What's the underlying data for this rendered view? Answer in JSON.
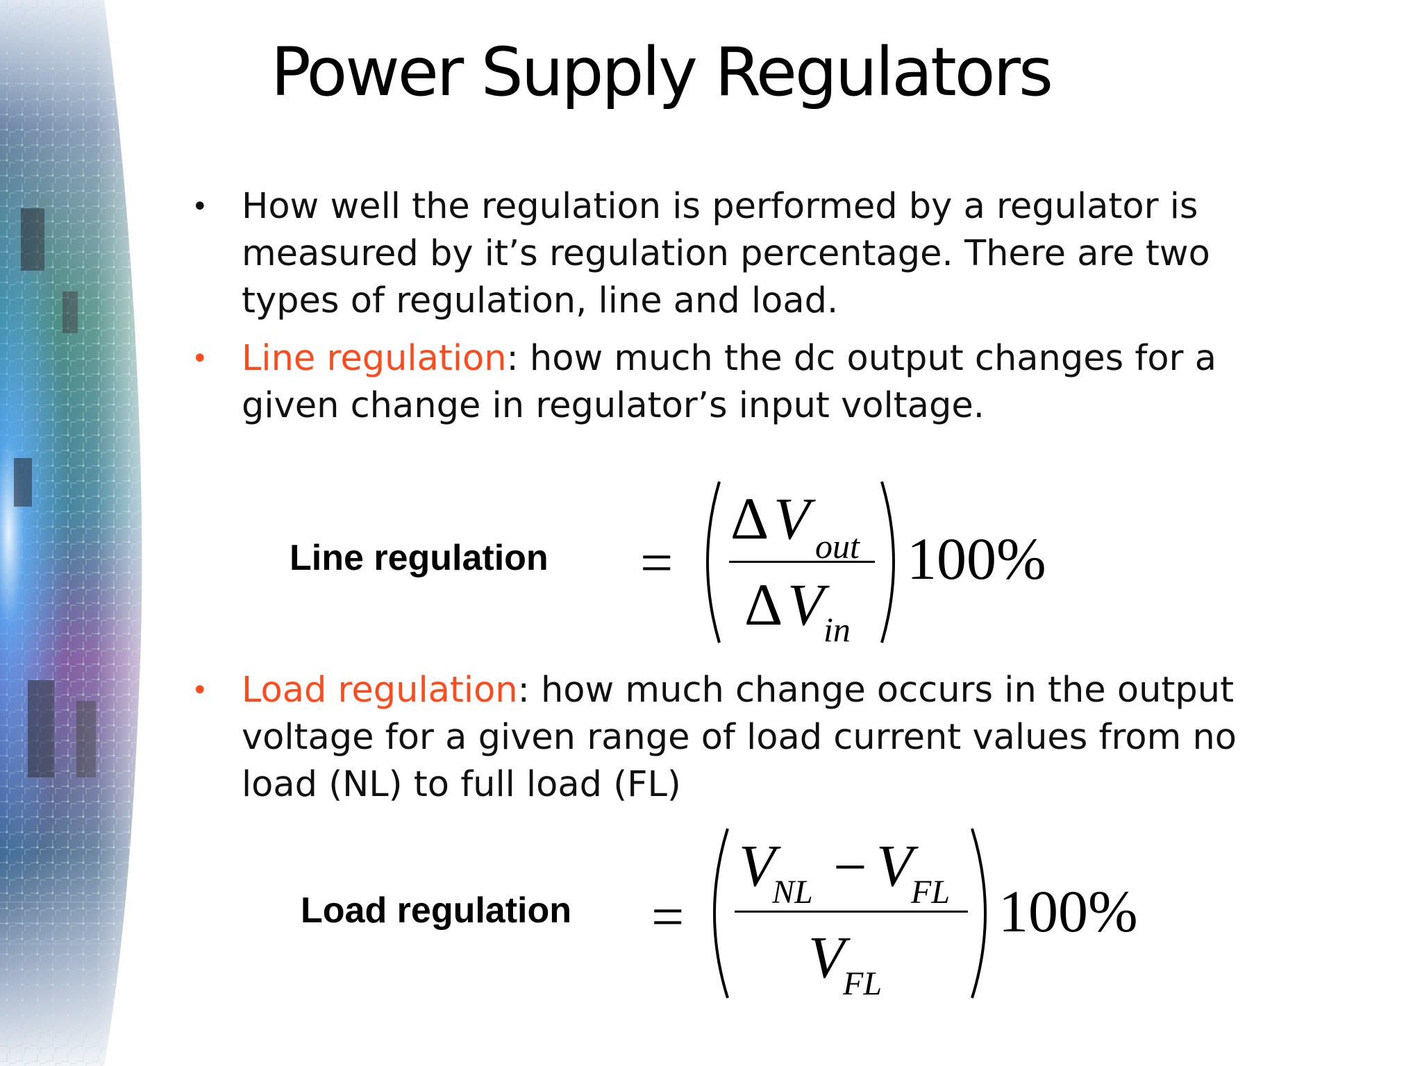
{
  "slide": {
    "title": "Power Supply Regulators",
    "bullets": [
      {
        "term": "",
        "text": "How well the regulation is performed by a regulator is measured by it’s regulation percentage. There are two types of regulation, line and load."
      },
      {
        "term": "Line regulation",
        "text": ": how much the dc output changes for a given change in regulator’s input voltage."
      },
      {
        "term": "Load regulation",
        "text": ": how much change occurs in the output voltage for a given range of load current values from no load (NL) to full load (FL)"
      }
    ],
    "bullet_symbol": "•",
    "equations": {
      "line": {
        "label": "Line regulation",
        "equals": "=",
        "num_delta": "Δ",
        "num_var": "V",
        "num_sub": "out",
        "den_delta": "Δ",
        "den_var": "V",
        "den_sub": "in",
        "multiplier": "100%"
      },
      "load": {
        "label": "Load regulation",
        "equals": "=",
        "num_var_1": "V",
        "num_sub_1": "NL",
        "minus": "−",
        "num_var_2": "V",
        "num_sub_2": "FL",
        "den_var": "V",
        "den_sub": "FL",
        "multiplier": "100%"
      }
    },
    "colors": {
      "accent": "#ff4a1c",
      "text": "#111111",
      "background": "#ffffff"
    }
  }
}
